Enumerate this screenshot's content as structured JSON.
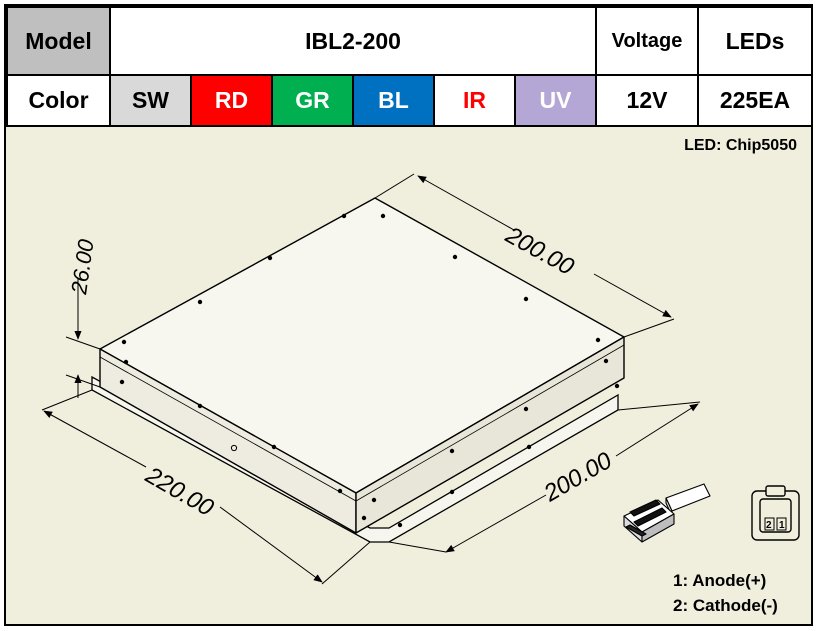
{
  "spec": {
    "model_label": "Model",
    "model_value": "IBL2-200",
    "voltage_label": "Voltage",
    "leds_label": "LEDs",
    "color_label": "Color",
    "colors": [
      "SW",
      "RD",
      "GR",
      "BL",
      "IR",
      "UV"
    ],
    "voltage_value": "12V",
    "leds_value": "225EA"
  },
  "led_note": "LED: Chip5050",
  "dimensions": {
    "height": "26.00",
    "top_depth": "200.00",
    "front_width": "200.00",
    "base_length": "220.00"
  },
  "connector": {
    "pin1_label": "1",
    "pin2_label": "2"
  },
  "pins": {
    "pin1": "1: Anode(+)",
    "pin2": "2: Cathode(-)"
  },
  "palette": {
    "SW": "#d9d9d9",
    "RD": "#ff0000",
    "GR": "#00b050",
    "BL": "#0070c0",
    "IR": "#ff0000",
    "UV": "#b4a7d6",
    "header": "#bfbfbf",
    "background": "#f0eedc"
  }
}
